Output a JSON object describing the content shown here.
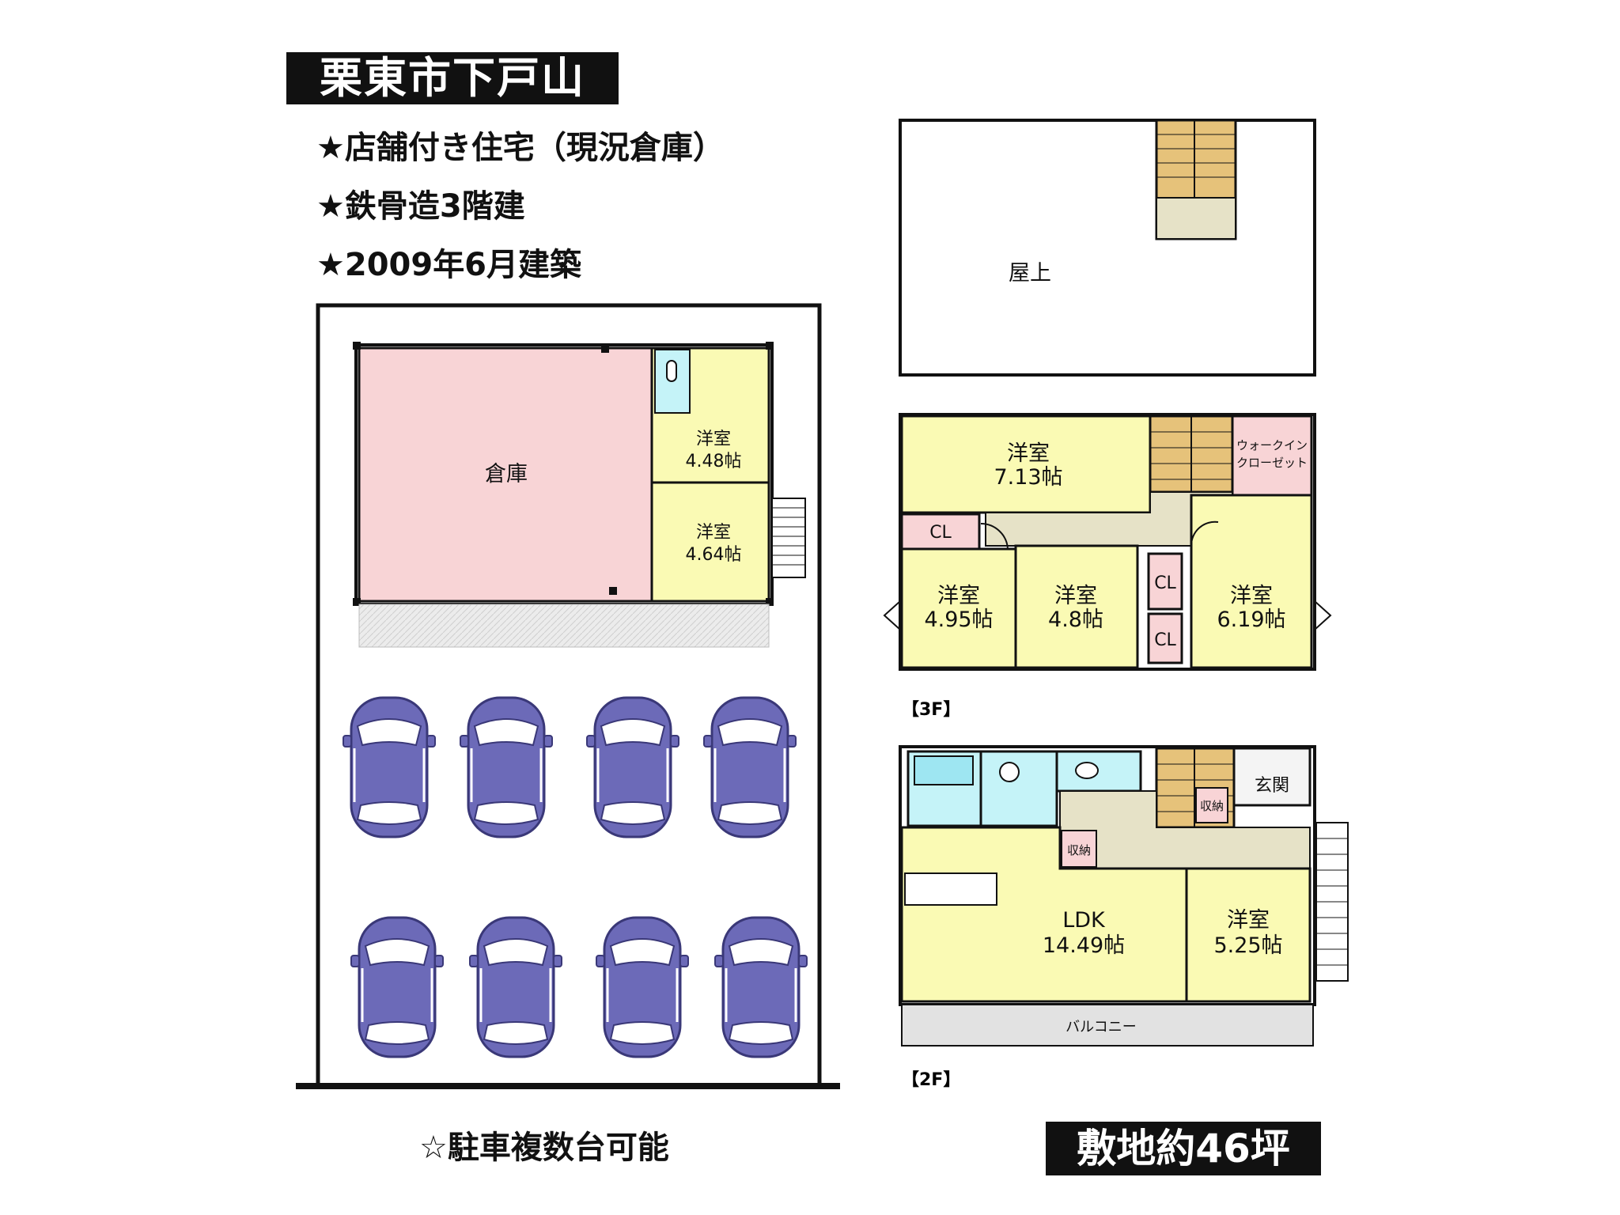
{
  "header": {
    "title": "栗東市下戸山",
    "features": [
      "★店舗付き住宅（現況倉庫）",
      "★鉄骨造3階建",
      "★2009年6月建築"
    ]
  },
  "site_plan": {
    "storage": {
      "name": "倉庫"
    },
    "rooms": [
      {
        "name": "洋室",
        "size": "4.48帖"
      },
      {
        "name": "洋室",
        "size": "4.64帖"
      }
    ],
    "parking_note": "☆駐車複数台可能",
    "car_count": 8
  },
  "roof": {
    "label": "屋上"
  },
  "floor3": {
    "tag": "【3F】",
    "rooms": [
      {
        "name": "洋室",
        "size": "7.13帖"
      },
      {
        "name": "洋室",
        "size": "4.95帖"
      },
      {
        "name": "洋室",
        "size": "4.8帖"
      },
      {
        "name": "洋室",
        "size": "6.19帖"
      }
    ],
    "walk_in_closet": [
      "ウォークイン",
      "クローゼット"
    ],
    "closet": "CL"
  },
  "floor2": {
    "tag": "【2F】",
    "ldk": {
      "name": "LDK",
      "size": "14.49帖"
    },
    "room": {
      "name": "洋室",
      "size": "5.25帖"
    },
    "entrance": "玄関",
    "storage": "収納",
    "balcony": "バルコニー"
  },
  "lot_area": "敷地約46坪",
  "colors": {
    "storage_fill": "#f8d4d6",
    "room_fill": "#fafab4",
    "wet_fill": "#c5f3f8",
    "closet_fill": "#f8d4d6",
    "hall_fill": "#e6e2c7",
    "stairs_fill": "#e6c27a",
    "car_body": "#6c6ab8"
  }
}
